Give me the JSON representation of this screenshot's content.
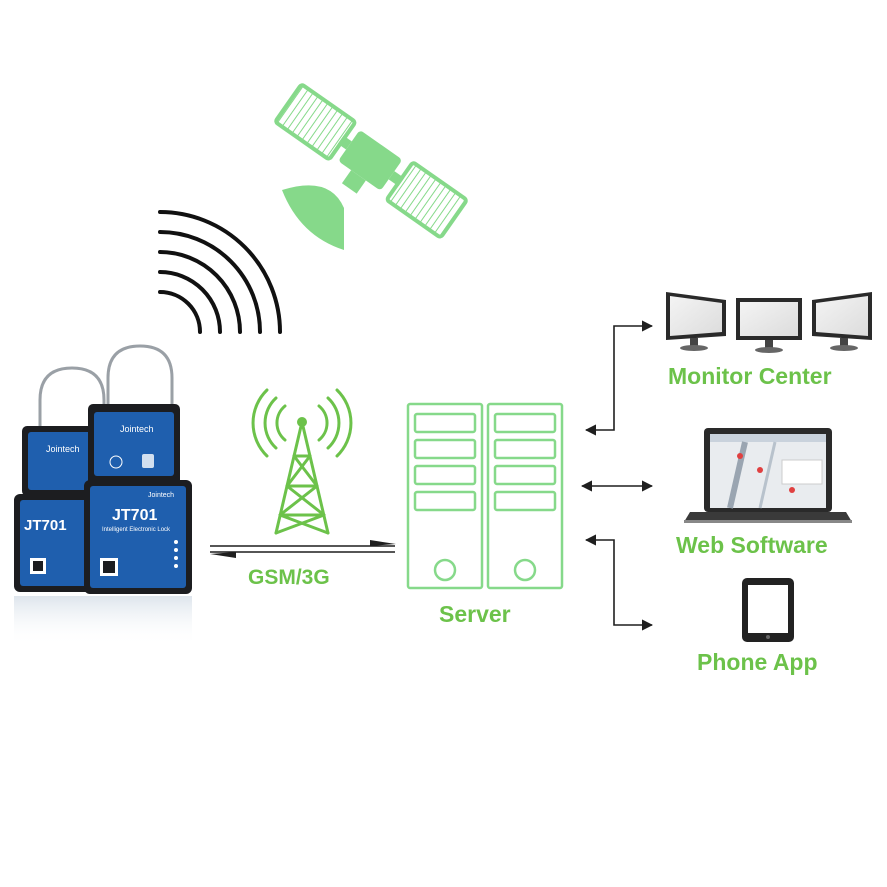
{
  "colors": {
    "accent_green": "#6cc24a",
    "icon_green": "#86d98a",
    "line_dark": "#1f1f1f",
    "device_blue": "#1f5fae",
    "device_body": "#1c1d20"
  },
  "labels": {
    "gsm": "GSM/3G",
    "server": "Server",
    "monitor_center": "Monitor Center",
    "web_software": "Web Software",
    "phone_app": "Phone App"
  },
  "device": {
    "brand": "Jointech",
    "model": "JT701",
    "subtitle": "Intelligent Electronic Lock"
  },
  "icons": [
    "satellite-icon",
    "signal-waves-icon",
    "cell-tower-icon",
    "server-icon",
    "monitor-icon",
    "laptop-icon",
    "tablet-icon",
    "electronic-lock-icon"
  ]
}
